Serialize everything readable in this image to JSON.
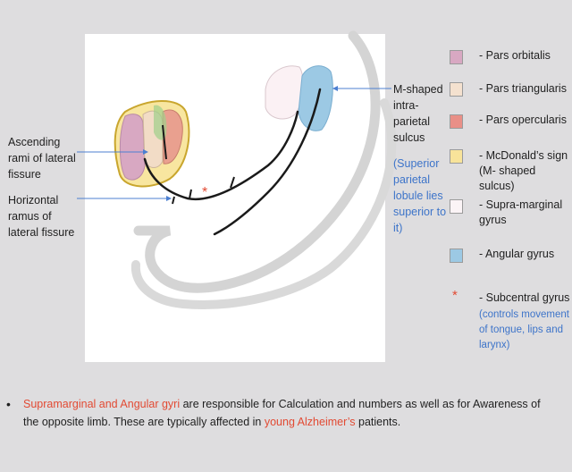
{
  "labels": {
    "ascending": [
      "Ascending",
      "rami of lateral",
      "fissure"
    ],
    "horizontal": [
      "Horizontal",
      "ramus of",
      "lateral fissure"
    ],
    "mshaped": [
      "M-shaped",
      "intra-",
      "parietal",
      "sulcus"
    ],
    "mshaped_note": [
      "(Superior",
      "parietal",
      "lobule lies",
      "superior to",
      "it)"
    ]
  },
  "legend": {
    "items": [
      {
        "label": "- Pars orbitalis",
        "color": "#d8a8c2"
      },
      {
        "label": "- Pars triangularis",
        "color": "#f4e1cf"
      },
      {
        "label": "- Pars opercularis",
        "color": "#e98f87"
      },
      {
        "label1": "- McDonald’s sign",
        "label2": "(M- shaped sulcus)",
        "color": "#f8e39a"
      },
      {
        "label1": "- Supra-marginal",
        "label2": "gyrus",
        "color": "#fbf4f6"
      },
      {
        "label": "- Angular gyrus",
        "color": "#9cc9e4"
      }
    ],
    "subcentral_marker": "*",
    "subcentral_label": "- Subcentral gyrus",
    "subcentral_note": [
      "(controls movement",
      "of tongue, lips and",
      "larynx)"
    ]
  },
  "bullet": {
    "dot": "•",
    "red1": "Supramarginal and Angular gyri",
    "text1": " are responsible for Calculation and numbers as well as for Awareness of the opposite limb. These are typically affected in ",
    "red2": "young Alzheimer’s",
    "text2": " patients."
  }
}
